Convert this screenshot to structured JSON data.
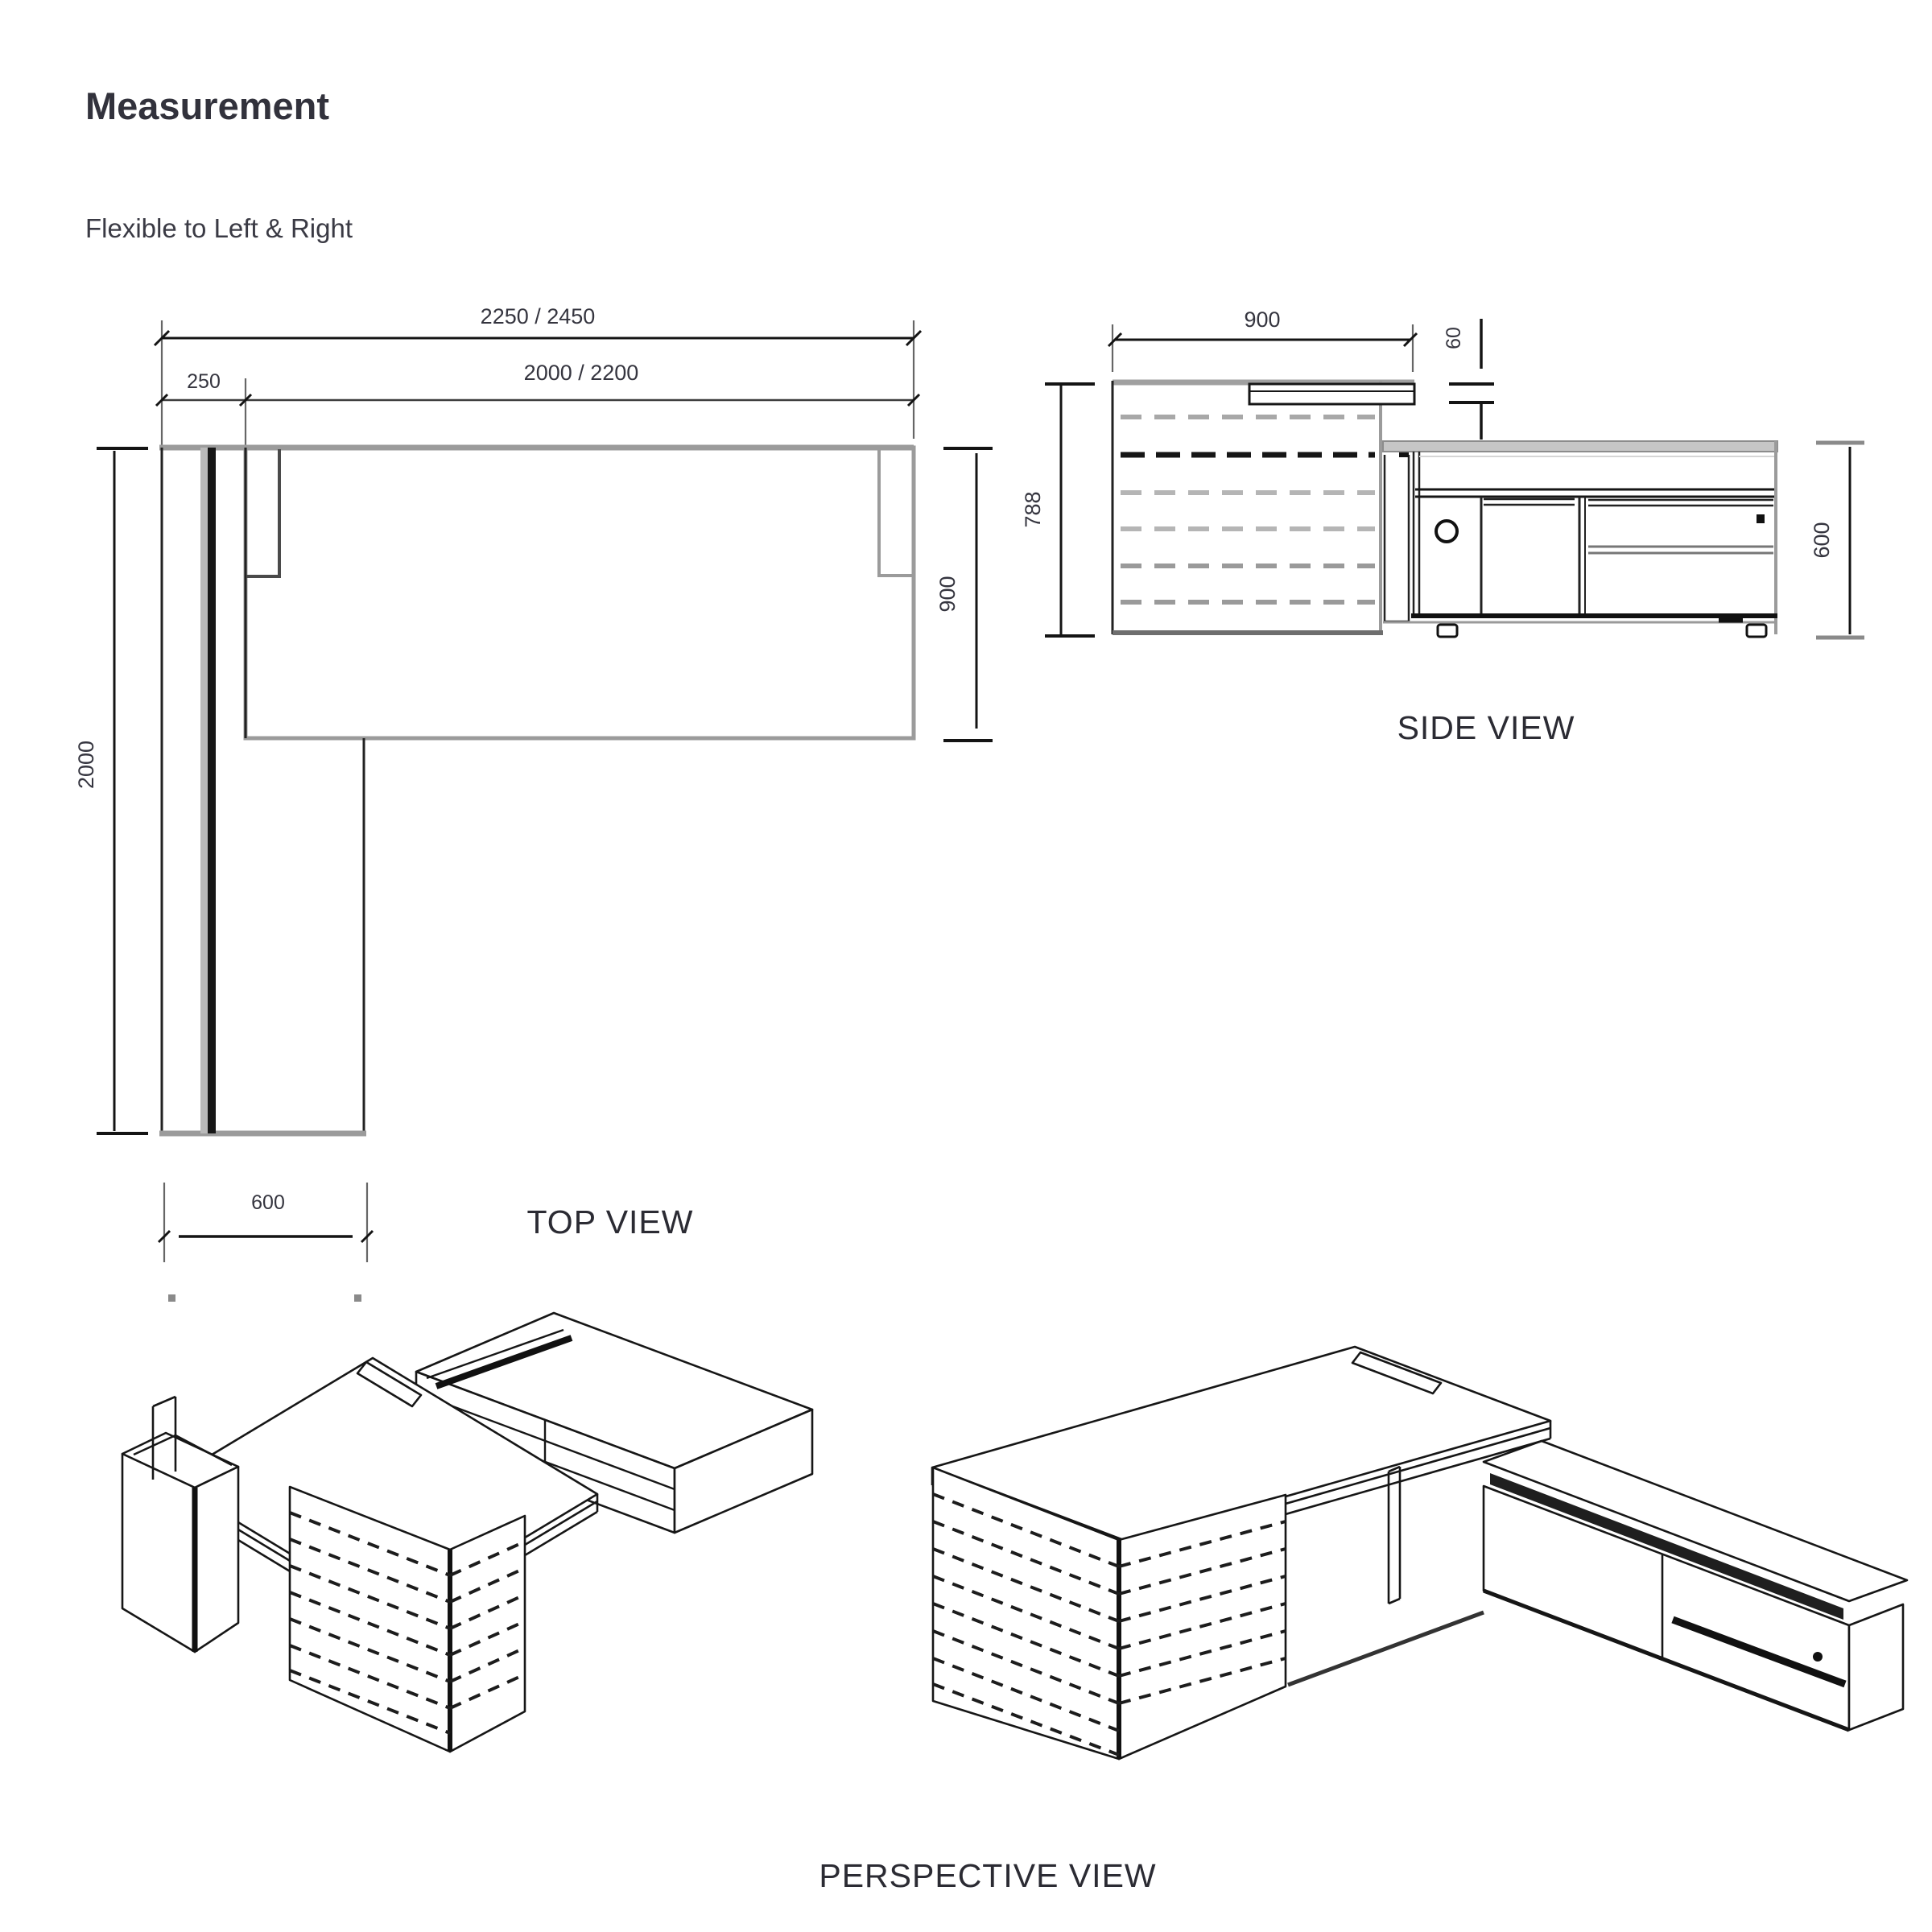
{
  "page": {
    "title": "Measurement",
    "subtitle": "Flexible to Left & Right"
  },
  "top_view": {
    "label": "TOP VIEW",
    "dim_overall_width": "2250 / 2450",
    "dim_desk_width": "2000 / 2200",
    "dim_offset": "250",
    "dim_desk_depth": "900",
    "dim_return_length": "2000",
    "dim_return_width": "600"
  },
  "side_view": {
    "label": "SIDE VIEW",
    "dim_top_depth": "900",
    "dim_top_thickness": "60",
    "dim_desk_height": "788",
    "dim_cabinet_height": "600"
  },
  "perspective_view": {
    "label": "PERSPECTIVE VIEW"
  }
}
